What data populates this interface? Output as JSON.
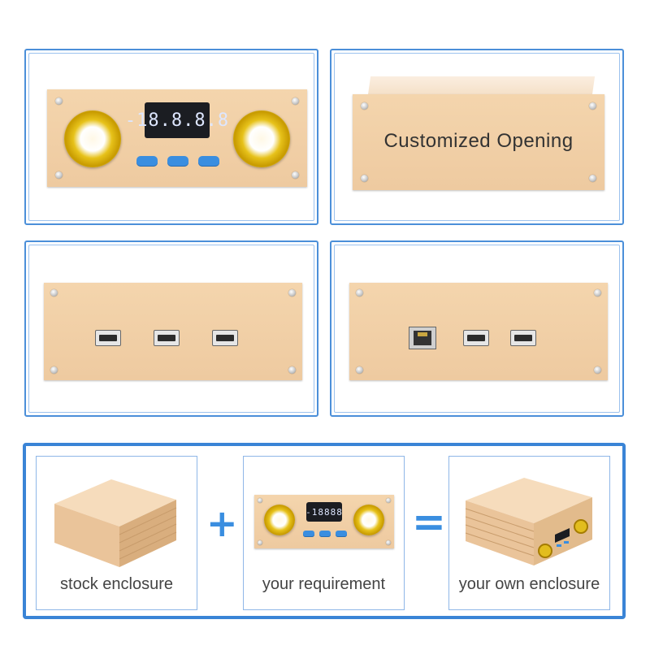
{
  "panels": {
    "opening_label": "Customized Opening",
    "display_digits": "-18.8.8.8",
    "display_small": "-18888"
  },
  "bottom": {
    "stock_label": "stock enclosure",
    "requirement_label": "your requirement",
    "own_label": "your own enclosure",
    "plus_symbol": "+",
    "equals_symbol": "="
  },
  "colors": {
    "frame_blue": "#4b8fd9",
    "panel_gold": "#f0cda3",
    "button_blue": "#3a8ee0",
    "knob_gold": "#e7c21a"
  }
}
